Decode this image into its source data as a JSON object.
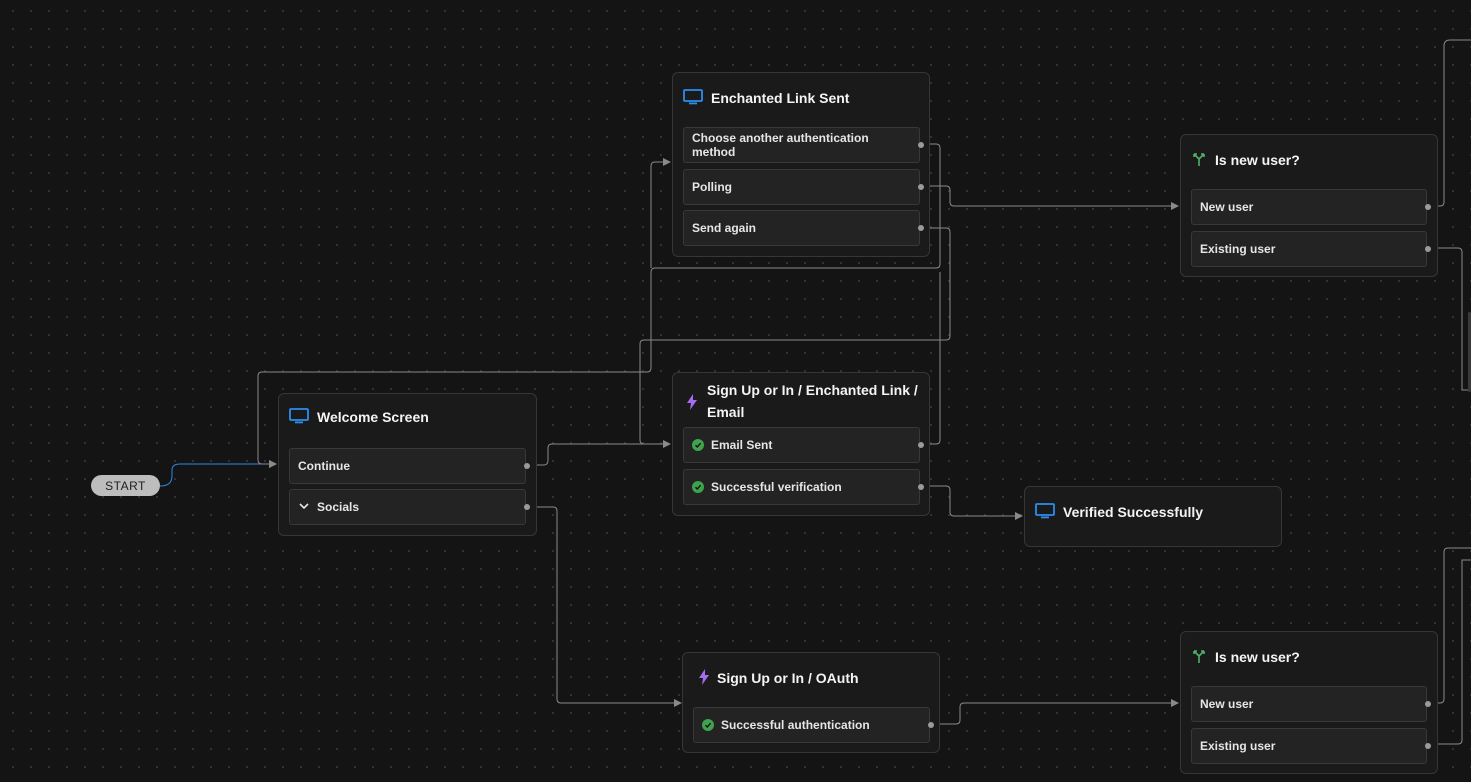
{
  "start_label": "START",
  "nodes": {
    "welcome": {
      "title": "Welcome Screen",
      "rows": [
        "Continue",
        "Socials"
      ]
    },
    "link_sent": {
      "title": "Enchanted Link Sent",
      "rows": [
        "Choose another authentication method",
        "Polling",
        "Send again"
      ]
    },
    "is_new_user_top": {
      "title": "Is new user?",
      "rows": [
        "New user",
        "Existing user"
      ]
    },
    "signup_link": {
      "title_line1": "Sign Up or In / Enchanted Link /",
      "title_line2": "Email",
      "rows": [
        "Email Sent",
        "Successful verification"
      ]
    },
    "verified": {
      "title": "Verified Successfully"
    },
    "signup_oauth": {
      "title": "Sign Up or In / OAuth",
      "rows": [
        "Successful authentication"
      ]
    },
    "is_new_user_bottom": {
      "title": "Is new user?",
      "rows": [
        "New user",
        "Existing user"
      ]
    }
  },
  "colors": {
    "screen_icon": "#2b8ef0",
    "action_icon": "#a66cf0",
    "condition_icon": "#4fb06a",
    "success_icon": "#3fa34d",
    "start_wire": "#2d86e6",
    "wire": "#8a8a8a"
  },
  "icons": {
    "screen": "monitor-icon",
    "action": "lightning-icon",
    "condition": "branch-icon",
    "success": "check-circle-icon",
    "expand": "chevron-down-icon"
  }
}
